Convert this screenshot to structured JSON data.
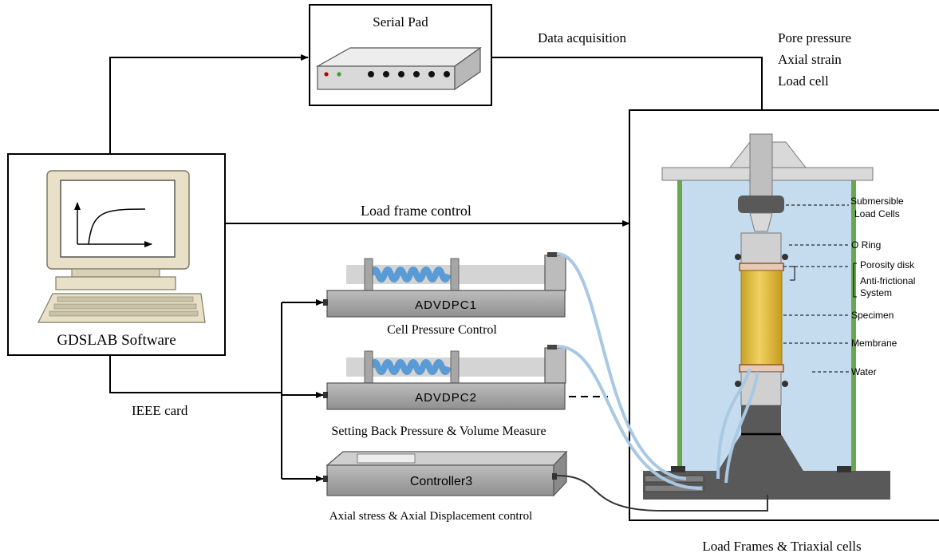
{
  "labels": {
    "serial_pad": "Serial Pad",
    "data_acquisition": "Data acquisition",
    "sensor_pore_pressure": "Pore pressure",
    "sensor_axial_strain": "Axial strain",
    "sensor_load_cell": "Load cell",
    "load_frame_control": "Load frame control",
    "software": "GDSLAB Software",
    "ieee_card": "IEEE card",
    "controller1": "ADVDPC1",
    "controller1_caption": "Cell Pressure Control",
    "controller2": "ADVDPC2",
    "controller2_caption": "Setting Back Pressure & Volume Measure",
    "controller3": "Controller3",
    "controller3_caption": "Axial stress & Axial Displacement control",
    "cell_caption": "Load Frames & Triaxial cells"
  },
  "cell_parts": {
    "submersible_1": "Submersible",
    "submersible_2": "Load Cells",
    "o_ring": "O Ring",
    "porosity_disk": "Porosity disk",
    "anti_frictional_1": "Anti-frictional",
    "anti_frictional_2": "System",
    "specimen": "Specimen",
    "membrane": "Membrane",
    "water": "Water"
  },
  "colors": {
    "water": "#c5dcef",
    "specimen": "#e8c34a",
    "bellows": "#5b9bd5",
    "tubing": "#a9c8e3",
    "frame_post": "#6aa84f",
    "cylinder": "#c9c9c9",
    "controller_body": "#a6a6a6"
  }
}
